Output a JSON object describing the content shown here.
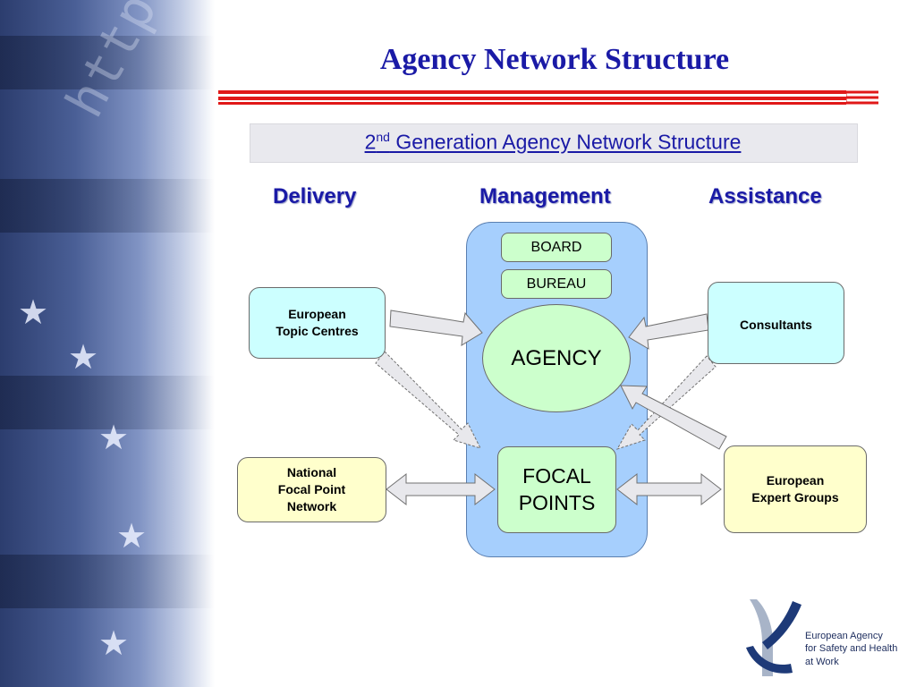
{
  "slide": {
    "title": "Agency Network Structure",
    "subtitle_main": "2",
    "subtitle_sup": "nd",
    "subtitle_rest": " Generation Agency Network Structure"
  },
  "columns": {
    "delivery": "Delivery",
    "management": "Management",
    "assistance": "Assistance"
  },
  "nodes": {
    "board": "BOARD",
    "bureau": "BUREAU",
    "agency": "AGENCY",
    "focal_points": "FOCAL\nPOINTS",
    "european_topic_centres": "European\nTopic Centres",
    "consultants": "Consultants",
    "national_focal_point_network": "National\nFocal Point\nNetwork",
    "european_expert_groups": "European\nExpert Groups"
  },
  "logo": {
    "text": "European Agency\nfor Safety and Health\nat Work"
  },
  "colors": {
    "title": "#1a1aa6",
    "accent_red": "#e01818",
    "management_panel": "#a6cffd",
    "green_node": "#ccffcc",
    "cyan_node": "#ccffff",
    "yellow_node": "#ffffcc"
  }
}
